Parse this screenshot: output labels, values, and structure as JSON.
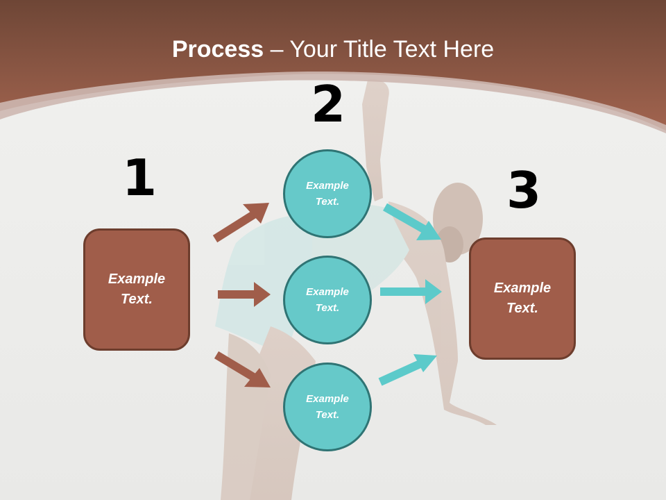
{
  "slide": {
    "title_bold": "Process",
    "title_rest": " – Your Title Text Here",
    "step_numbers": [
      "1",
      "2",
      "3"
    ],
    "left_box": {
      "line1": "Example",
      "line2": "Text."
    },
    "right_box": {
      "line1": "Example",
      "line2": "Text."
    },
    "circles": [
      {
        "line1": "Example",
        "line2": "Text."
      },
      {
        "line1": "Example",
        "line2": "Text."
      },
      {
        "line1": "Example",
        "line2": "Text."
      }
    ]
  },
  "colors": {
    "header_brown": "#9a5c48",
    "box_fill": "#a05d4a",
    "box_border": "#6d3d2d",
    "circle_fill": "#66c9c9",
    "circle_border": "#2f7474",
    "arrow_brown": "#a05d4a",
    "arrow_teal": "#5ccaca"
  }
}
